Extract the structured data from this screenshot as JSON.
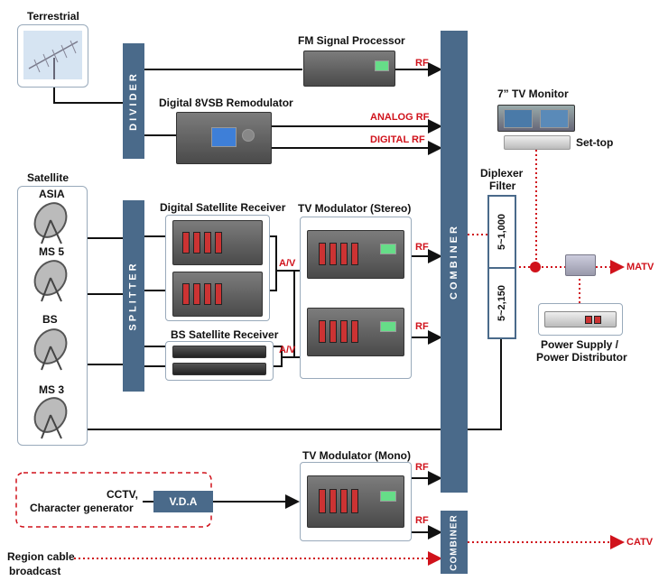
{
  "labels": {
    "terrestrial": "Terrestrial",
    "fm_processor": "FM Signal Processor",
    "remodulator": "Digital 8VSB Remodulator",
    "tv_monitor": "7”  TV Monitor",
    "settop": "Set-top",
    "satellite": "Satellite",
    "asia": "ASIA",
    "ms5": "MS 5",
    "bs": "BS",
    "ms3": "MS 3",
    "digital_sat_receiver": "Digital Satellite Receiver",
    "tv_mod_stereo": "TV Modulator (Stereo)",
    "bs_sat_receiver": "BS Satellite Receiver",
    "diplexer_filter_1": "Diplexer",
    "diplexer_filter_2": "Filter",
    "tv_mod_mono": "TV Modulator (Mono)",
    "cctv_1": "CCTV,",
    "cctv_2": "Character generator",
    "region_1": "Region cable",
    "region_2": "broadcast",
    "power_1": "Power Supply /",
    "power_2": "Power Distributor"
  },
  "bars": {
    "divider": "DIVIDER",
    "splitter": "SPLITTER",
    "combiner": "COMBINER",
    "combiner_small": "COMBINER",
    "vda": "V.D.A"
  },
  "filter": {
    "upper": "5~1,000",
    "lower": "5~2,150"
  },
  "signals": {
    "rf_fm": "RF",
    "analog_rf": "ANALOG RF",
    "digital_rf": "DIGITAL RF",
    "av1": "A/V",
    "av2": "A/V",
    "rf_stereo1": "RF",
    "rf_stereo2": "RF",
    "rf_mono1": "RF",
    "rf_mono2": "RF",
    "matv": "MATV",
    "catv": "CATV"
  },
  "colors": {
    "bar": "#4a6a8a",
    "signal": "#d0121b",
    "line": "#111111"
  }
}
